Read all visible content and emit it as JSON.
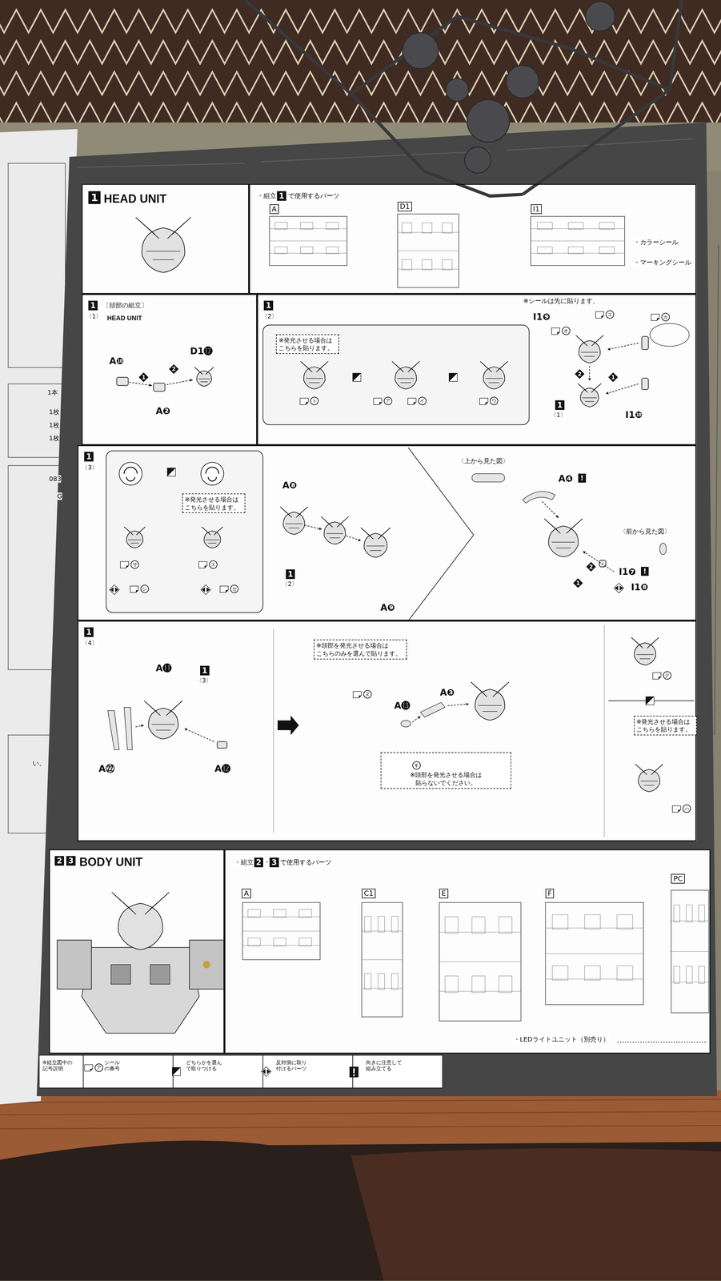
{
  "diagram": {
    "nodes": [
      {
        "text": [
          "1",
          "HEAD UNIT"
        ]
      },
      {
        "text": [
          "・組立",
          "1",
          "で使用するパーツ"
        ]
      },
      {
        "text": [
          "1",
          "〈1〉",
          "〔頭部の組立〕",
          "HEAD UNIT"
        ]
      },
      {
        "text": [
          "1",
          "〈2〉"
        ]
      },
      {
        "text": [
          "※発光させる場合は こちらを貼ります。"
        ],
        "in": 3
      },
      {
        "text": [
          "1",
          "〈3〉"
        ]
      },
      {
        "text": [
          "※発光させる場合は こちらを貼ります。"
        ],
        "in": 5
      },
      {
        "text": [
          "1",
          "〈4〉"
        ]
      },
      {
        "text": [
          "※頭部を発光させる場合は こちらのみを選んで貼ります。"
        ],
        "in": 7
      },
      {
        "text": [
          "※頭部を発光させる場合は 貼らないでください。"
        ],
        "in": 7
      },
      {
        "text": [
          "※発光させる場合は こちらを貼ります。"
        ],
        "in": 7
      },
      {
        "text": [
          "2",
          "3",
          "BODY UNIT"
        ]
      },
      {
        "text": [
          "・組立",
          "2",
          "・",
          "3",
          "で使用するパーツ"
        ]
      }
    ],
    "labels": [
      "1本",
      "1枚",
      "1枚",
      "1枚",
      "083",
      "G",
      "い。",
      "A",
      "D1",
      "I1",
      "・カラーシール",
      "・マーキングシール",
      "A❿",
      "1",
      "2",
      "D1⓱",
      "A❷",
      "※シールは先に貼ります。",
      "ト",
      "ア",
      "イ",
      "ウ",
      "I1❾",
      "エ",
      "オ",
      "カ",
      "2",
      "1",
      "1",
      "〈1〉",
      "I1❿",
      "サ",
      "シ",
      "ス",
      "セ",
      "A❽",
      "1",
      "〈2〉",
      "A❾",
      "〈上から見た図〉",
      "A❹",
      "!",
      "2",
      "1",
      "〈前から見た図〉",
      "I1❼",
      "!",
      "I1❽",
      "A⓫",
      "1",
      "〈3〉",
      "A㉒",
      "A⓬",
      "ヌ",
      "A⓭",
      "A❸",
      "キ",
      "ク",
      "ハ",
      "A",
      "C1",
      "E",
      "F",
      "PC",
      "・LEDライトユニット（別売り）",
      "※組立図中の 記号説明",
      "ア"
    ],
    "legend": [
      {
        "text": "シール の番号"
      },
      {
        "text": "どちらかを選ん で取りつける"
      },
      {
        "text": "反対側に取り 付けるパーツ"
      },
      {
        "text": "向きに注意して 組み立てる"
      }
    ]
  }
}
